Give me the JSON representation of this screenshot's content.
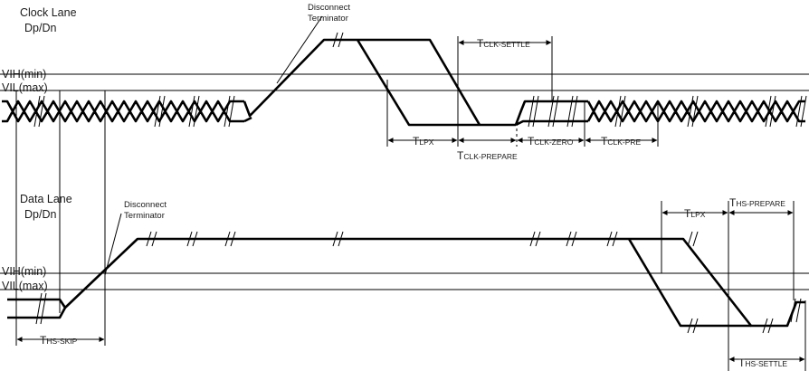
{
  "clock_lane": {
    "title_line1": "Clock Lane",
    "title_line2": "Dp/Dn",
    "vih": "VIH(min)",
    "vil": "VIL(max)",
    "note_line1": "Disconnect",
    "note_line2": "Terminator"
  },
  "data_lane": {
    "title_line1": "Data Lane",
    "title_line2": "Dp/Dn",
    "vih": "VIH(min)",
    "vil": "VIL(max)",
    "note_line1": "Disconnect",
    "note_line2": "Terminator"
  },
  "timing": {
    "clk_settle": {
      "prefix": "T",
      "sub": "CLK-SETTLE"
    },
    "tlpx_clock": {
      "prefix": "T",
      "sub": "LPX"
    },
    "clk_prepare": {
      "prefix": "T",
      "sub": "CLK-PREPARE"
    },
    "clk_zero": {
      "prefix": "T",
      "sub": "CLK-ZERO"
    },
    "clk_pre": {
      "prefix": "T",
      "sub": "CLK-PRE"
    },
    "tlpx_data": {
      "prefix": "T",
      "sub": "LPX"
    },
    "hs_prepare": {
      "prefix": "T",
      "sub": "HS-PREPARE"
    },
    "hs_skip": {
      "prefix": "T",
      "sub": "HS-SKIP"
    },
    "hs_settle": {
      "prefix": "T",
      "sub": "HS-SETTLE"
    }
  }
}
